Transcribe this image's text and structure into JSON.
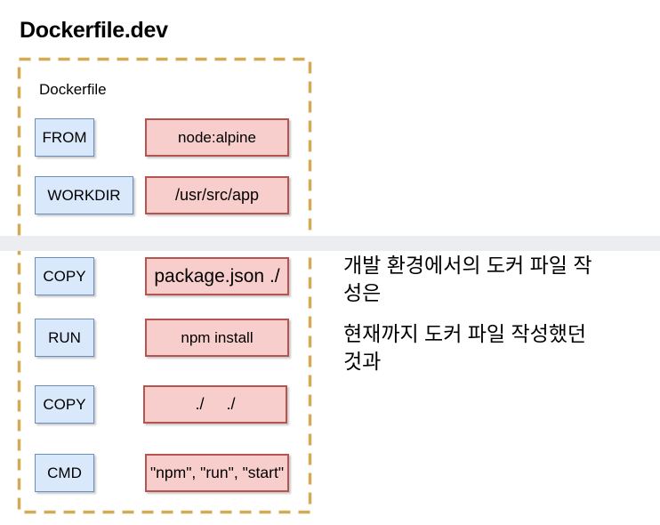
{
  "title": "Dockerfile.dev",
  "diagram": {
    "container_label": "Dockerfile",
    "rows": [
      {
        "instruction": "FROM",
        "argument": "node:alpine"
      },
      {
        "instruction": "WORKDIR",
        "argument": "/usr/src/app"
      },
      {
        "instruction": "COPY",
        "argument": "package.json ./"
      },
      {
        "instruction": "RUN",
        "argument": "npm install"
      },
      {
        "instruction": "COPY",
        "argument": "./     ./"
      },
      {
        "instruction": "CMD",
        "argument": "\"npm\", \"run\", \"start\""
      }
    ]
  },
  "annotation": {
    "paragraphs": [
      {
        "lines": [
          "개발 환경에서의 도커 파일 작",
          "성은"
        ]
      },
      {
        "lines": [
          "현재까지 도커 파일 작성했던",
          "것과"
        ]
      }
    ]
  },
  "colors": {
    "instruction_fill": "#dae8fc",
    "instruction_border": "#6c8ebf",
    "argument_fill": "#f8cecc",
    "argument_border": "#b85450",
    "dashed_border": "#d2ab55",
    "page_break_band": "#ebedf0",
    "text": "#000000"
  }
}
